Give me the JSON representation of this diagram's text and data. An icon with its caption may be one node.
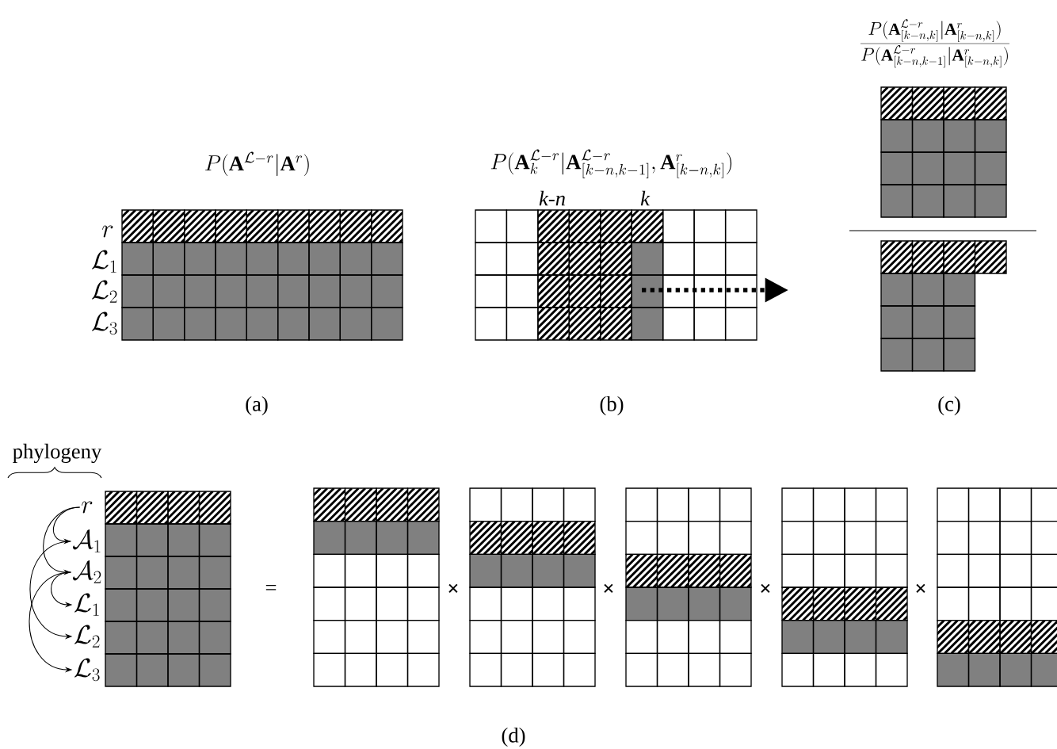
{
  "diagram": {
    "nodes": [
      {
        "text": [
          "r"
        ]
      },
      {
        "text": [
          "\\mathcal{A}_1"
        ]
      },
      {
        "text": [
          "\\mathcal{A}_2"
        ]
      },
      {
        "text": [
          "\\mathcal{L}_1"
        ]
      },
      {
        "text": [
          "\\mathcal{L}_2"
        ]
      },
      {
        "text": [
          "\\mathcal{L}_3"
        ]
      }
    ],
    "edges": [
      {
        "from": 0,
        "to": 1,
        "arrow": "to"
      },
      {
        "from": 0,
        "to": 2,
        "arrow": "to"
      },
      {
        "from": 1,
        "to": 4,
        "arrow": "to"
      },
      {
        "from": 2,
        "to": 3,
        "arrow": "to"
      },
      {
        "from": 2,
        "to": 5,
        "arrow": "to"
      }
    ],
    "labels": [
      "P(\\mathbf{A}^{\\mathcal{L}-r}|\\mathbf{A}^{r})",
      "P(\\mathbf{A}_k^{\\mathcal{L}-r}|\\mathbf{A}_{[k-n,k-1]}^{\\mathcal{L}-r},\\mathbf{A}_{[k-n,k]}^{r})",
      "\\frac{P(\\mathbf{A}_{[k-n,k]}^{\\mathcal{L}-r}|\\mathbf{A}_{[k-n,k]}^{r})}{P(\\mathbf{A}_{[k-n,k-1]}^{\\mathcal{L}-r}|\\mathbf{A}_{[k-n,k]}^{r})}",
      "k-n",
      "k",
      "r",
      "\\mathcal{L}_1",
      "\\mathcal{L}_2",
      "\\mathcal{L}_3",
      "(a)",
      "(b)",
      "(c)",
      "phylogeny",
      "=",
      "×",
      "×",
      "×",
      "×",
      "(d)"
    ]
  }
}
